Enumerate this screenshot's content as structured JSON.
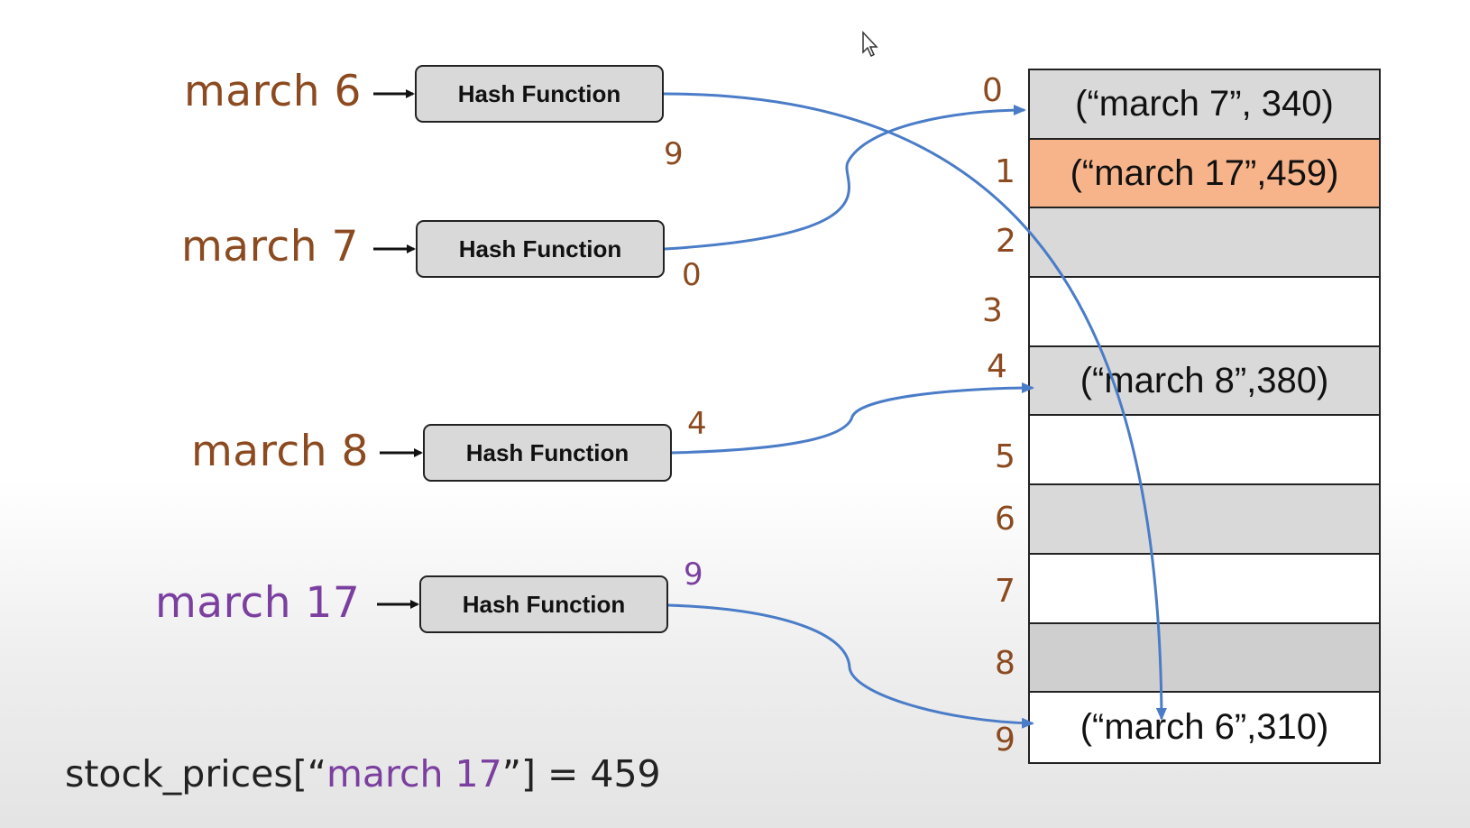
{
  "keys": {
    "k1": "march 6",
    "k2": "march 7",
    "k3": "march 8",
    "k4": "march 17"
  },
  "hash_label": "Hash Function",
  "hash_values": {
    "h1": "9",
    "h2": "0",
    "h3": "4",
    "h4": "9"
  },
  "indices": [
    "0",
    "1",
    "2",
    "3",
    "4",
    "5",
    "6",
    "7",
    "8",
    "9"
  ],
  "table": {
    "cells": [
      "(“march 7”, 340)",
      "(“march 17”,459)",
      "",
      "",
      "(“march 8”,380)",
      "",
      "",
      "",
      "",
      "(“march 6”,310)"
    ]
  },
  "bottom": {
    "prefix": "stock_prices[“",
    "key": "march 17",
    "suffix": "”] = 459"
  },
  "colors": {
    "key_color": "#8b4a1f",
    "highlight_key_color": "#7b3fa0",
    "arrow_color": "#4a7cc7",
    "highlight_cell": "#f7b48a",
    "cell_gray": "#d9d9d9"
  },
  "icons": {
    "cursor": "mouse-pointer-icon"
  }
}
